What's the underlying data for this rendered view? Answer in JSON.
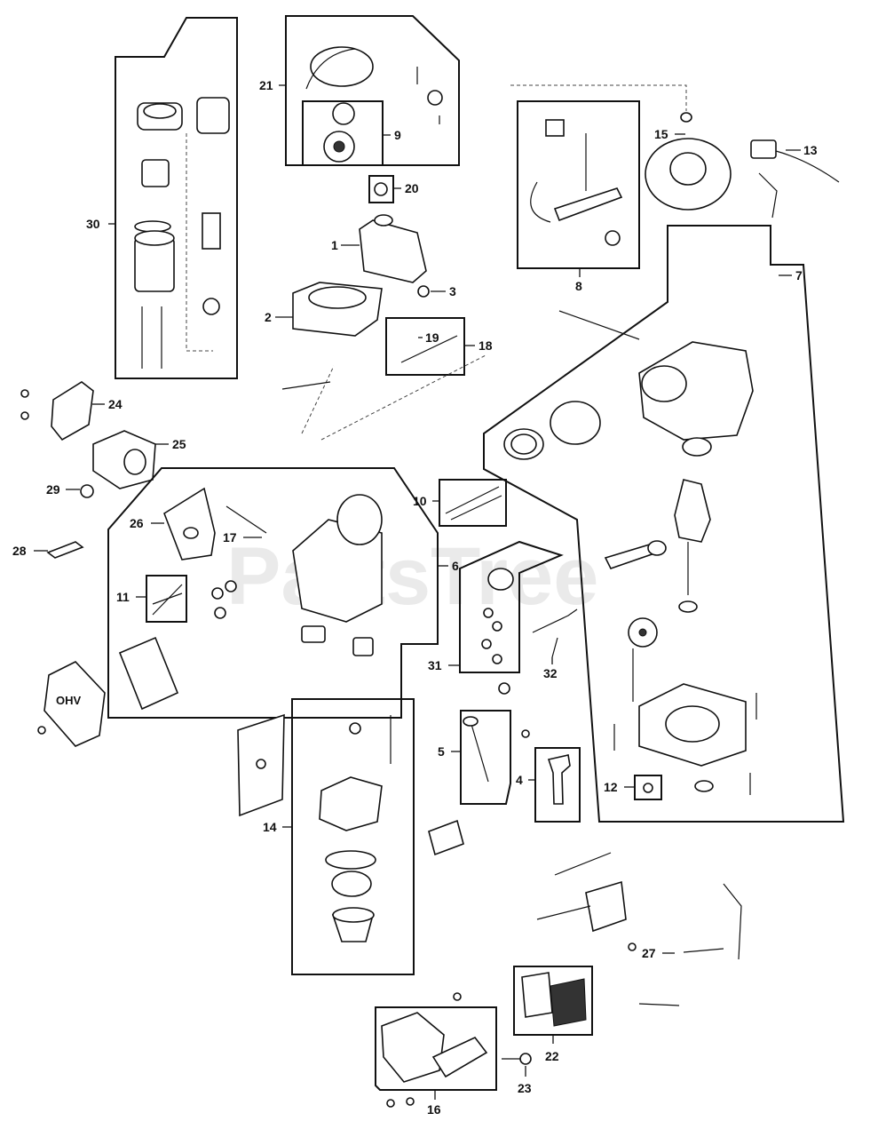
{
  "watermark": "PartsTree",
  "callouts": {
    "c1": "1",
    "c2": "2",
    "c3": "3",
    "c4": "4",
    "c5": "5",
    "c6": "6",
    "c7": "7",
    "c8": "8",
    "c9": "9",
    "c10": "10",
    "c11": "11",
    "c12": "12",
    "c13": "13",
    "c14": "14",
    "c15": "15",
    "c16": "16",
    "c17": "17",
    "c18": "18",
    "c19": "19",
    "c20": "20",
    "c21": "21",
    "c22": "22",
    "c23": "23",
    "c24": "24",
    "c25": "25",
    "c26": "26",
    "c27": "27",
    "c28": "28",
    "c29": "29",
    "c30": "30",
    "c31": "31",
    "c32": "32"
  },
  "engine_label": "OHV"
}
